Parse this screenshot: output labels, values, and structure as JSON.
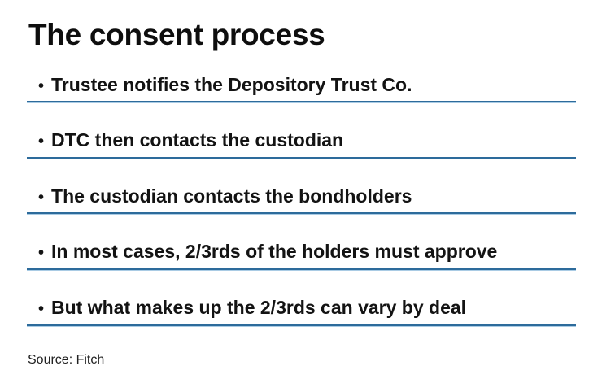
{
  "header": {
    "title": "The consent process"
  },
  "list": {
    "bullet_glyph": "•",
    "underline_color": "#2d6b9b",
    "underline_highlight_color": "#a9cbe4",
    "text_color": "#131313",
    "items": [
      {
        "text": "Trustee notifies the Depository Trust Co."
      },
      {
        "text": "DTC then contacts the custodian"
      },
      {
        "text": "The custodian contacts the bondholders"
      },
      {
        "text": "In most cases, 2/3rds of the holders must approve"
      },
      {
        "text": "But what makes up the 2/3rds can vary by deal"
      }
    ]
  },
  "footer": {
    "source": "Source: Fitch"
  }
}
